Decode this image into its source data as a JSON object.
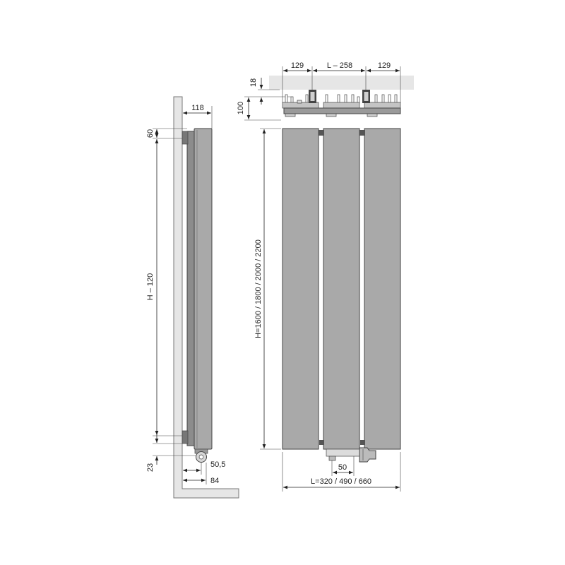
{
  "side_view": {
    "depth_label": "118",
    "top_offset_label": "60",
    "height_label": "H – 120",
    "bottom_offset_label": "23",
    "valve_offset_label": "50,5",
    "valve_depth_label": "84"
  },
  "top_view": {
    "left_label": "129",
    "center_label": "L – 258",
    "right_label": "129",
    "wall_gap_label": "18",
    "depth_label": "100"
  },
  "front_view": {
    "height_label": "H=1600 / 1800 / 2000 / 2200",
    "valve_spacing_label": "50",
    "length_label": "L=320 / 490 / 660"
  },
  "colors": {
    "panel": "#a9a9a9",
    "panel_dark": "#8c8c8c",
    "wall": "#e6e6e6",
    "accent": "#555555",
    "line": "#222222"
  }
}
